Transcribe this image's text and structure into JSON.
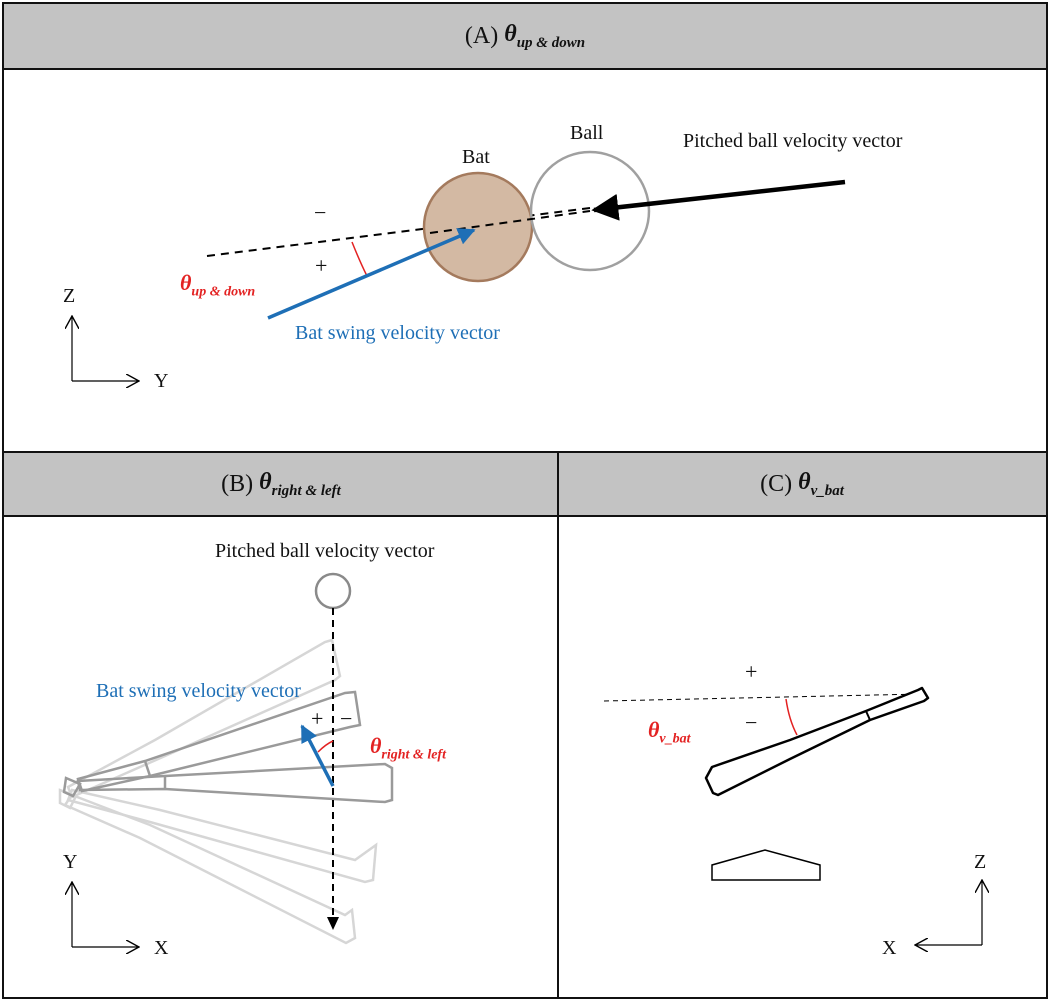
{
  "panels": {
    "a": {
      "header_prefix": "(A)",
      "theta_symbol": "θ",
      "theta_sub": "up & down",
      "bat_label": "Bat",
      "ball_label": "Ball",
      "pitched_label": "Pitched ball velocity vector",
      "swing_label": "Bat swing velocity vector",
      "minus_sign": "−",
      "plus_sign": "+",
      "axis_vertical": "Z",
      "axis_horizontal": "Y"
    },
    "b": {
      "header_prefix": "(B)",
      "theta_symbol": "θ",
      "theta_sub": "right & left",
      "pitched_label": "Pitched ball velocity vector",
      "swing_label": "Bat swing velocity vector",
      "plus_sign": "+",
      "minus_sign": "−",
      "axis_vertical": "Y",
      "axis_horizontal": "X"
    },
    "c": {
      "header_prefix": "(C)",
      "theta_symbol": "θ",
      "theta_sub": "v_bat",
      "plus_sign": "+",
      "minus_sign": "−",
      "axis_vertical": "Z",
      "axis_horizontal": "X"
    }
  },
  "colors": {
    "header_bg": "#c3c3c3",
    "bat_fill": "#d3b9a3",
    "bat_stroke": "#a47a5d",
    "swing_vector": "#1e6fb6",
    "angle_red": "#e32222",
    "ball_stroke": "#a0a0a0"
  }
}
